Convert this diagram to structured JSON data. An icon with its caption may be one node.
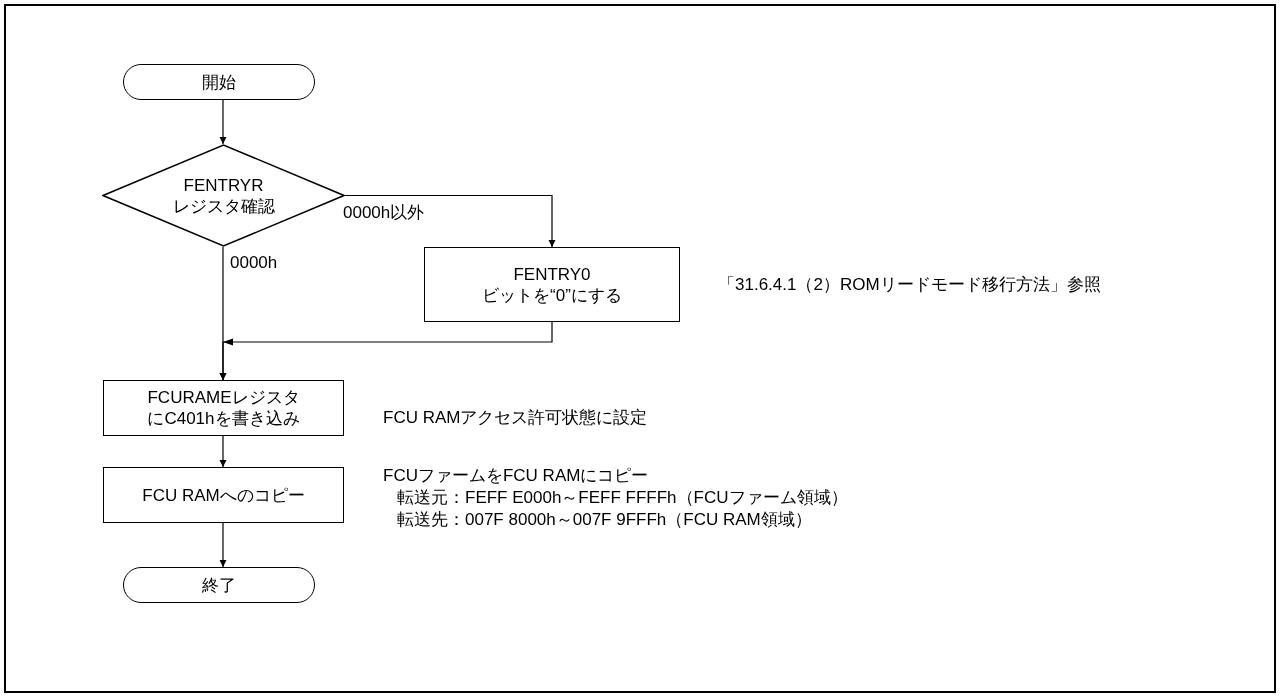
{
  "diagram": {
    "nodes": [
      {
        "text": [
          "開始"
        ]
      },
      {
        "text": [
          "FENTRYR レジスタ確認"
        ]
      },
      {
        "text": [
          "FENTRY0 ビットを“0”にする"
        ],
        "beside": [
          "「31.6.4.1（2）ROMリードモード移行方法」参照"
        ]
      },
      {
        "text": [
          "FCURAMEレジスタにC401hを書き込み"
        ],
        "beside": [
          "FCU RAMアクセス許可状態に設定"
        ]
      },
      {
        "text": [
          "FCU RAMへのコピー"
        ],
        "beside": [
          "FCUファームをFCU RAMにコピー",
          "転送元：FEFF E000h～FEFF FFFFh（FCUファーム領域）",
          "転送先：007F 8000h～007F 9FFFh（FCU RAM領域）"
        ]
      },
      {
        "text": [
          "終了"
        ]
      }
    ],
    "edges": [
      {
        "from": 0,
        "to": 1,
        "arrow": "to"
      },
      {
        "from": 1,
        "to": 2,
        "arrow": "to",
        "label": "0000h以外"
      },
      {
        "from": 2,
        "to": 3,
        "arrow": "to"
      },
      {
        "from": 1,
        "to": 3,
        "arrow": "to",
        "label": "0000h"
      },
      {
        "from": 3,
        "to": 4,
        "arrow": "to"
      },
      {
        "from": 4,
        "to": 5,
        "arrow": "to"
      }
    ]
  }
}
